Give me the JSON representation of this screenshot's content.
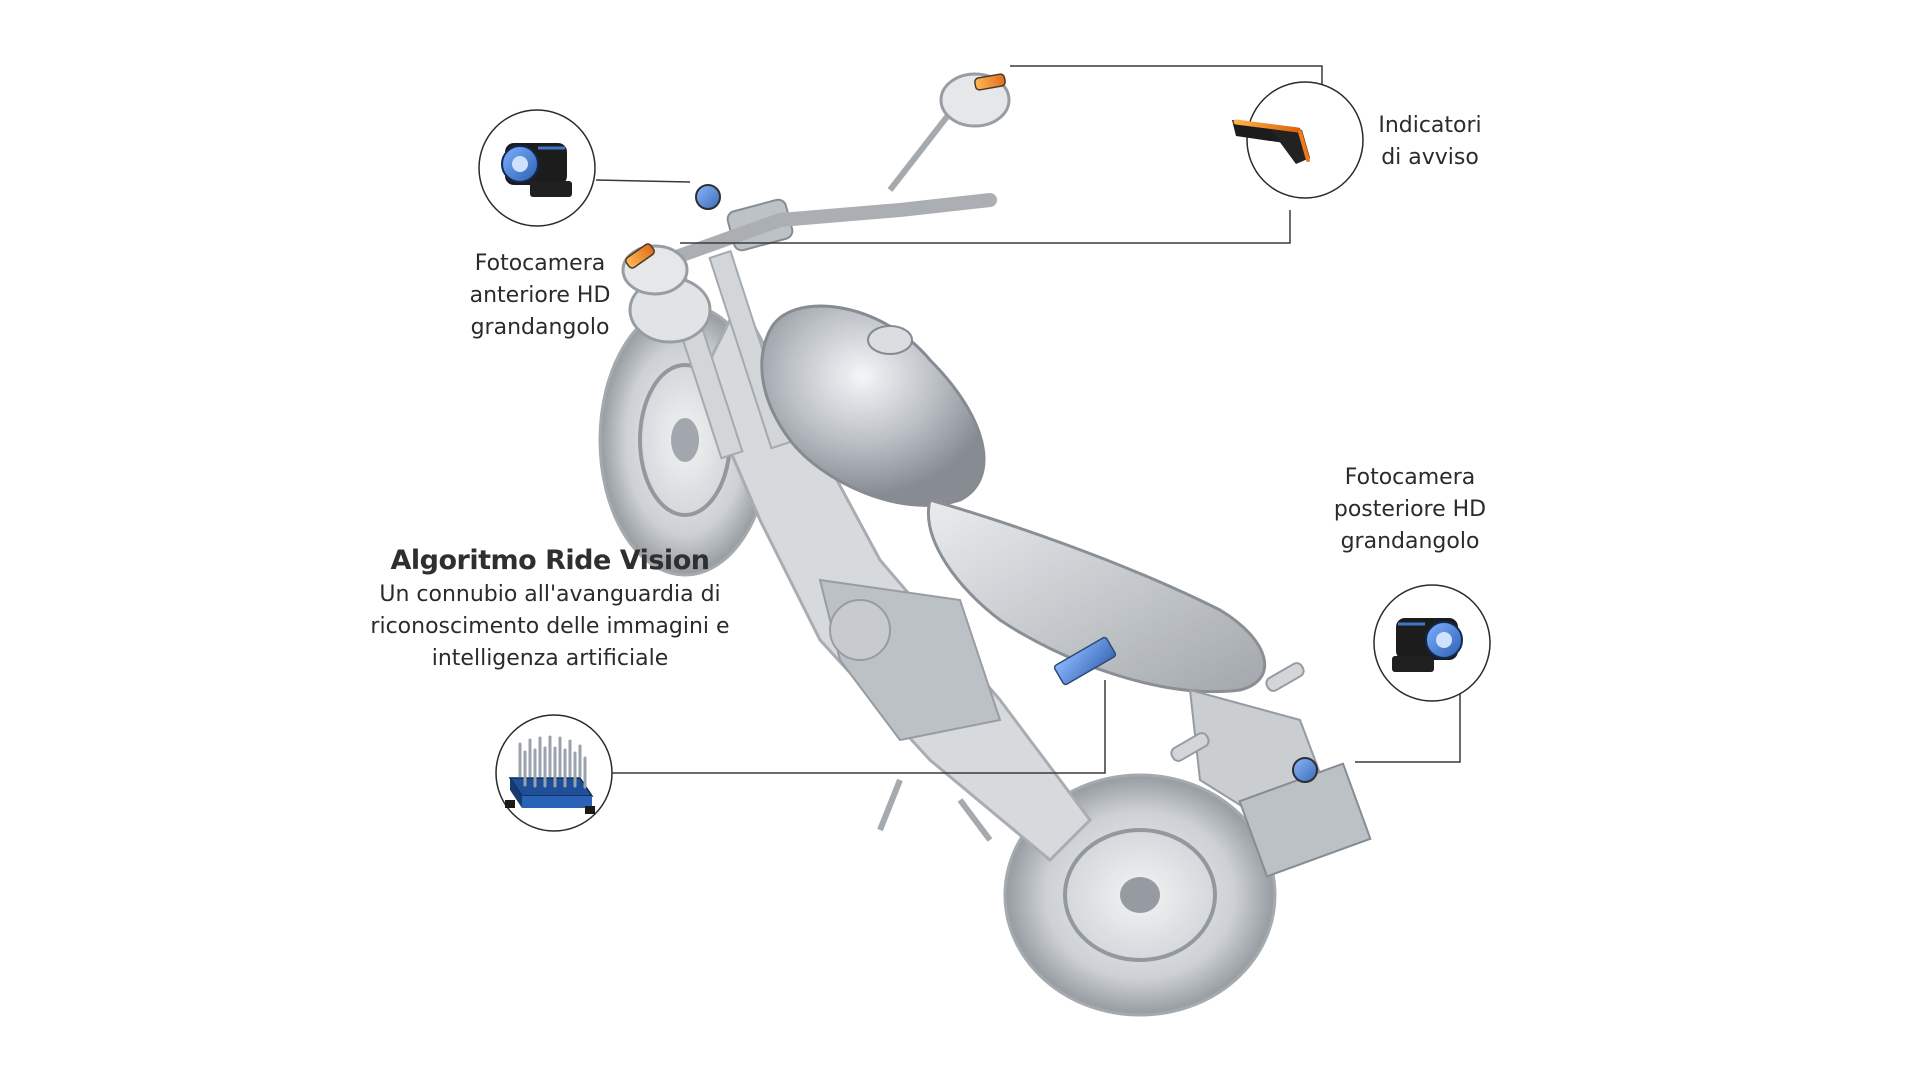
{
  "callouts": {
    "front_camera": {
      "icon": "front-camera-icon",
      "lines": [
        "Fotocamera",
        "anteriore HD",
        "grandangolo"
      ]
    },
    "warning_indicators": {
      "icon": "turn-signal-indicator-icon",
      "lines": [
        "Indicatori",
        "di avviso"
      ]
    },
    "rear_camera": {
      "icon": "rear-camera-icon",
      "lines": [
        "Fotocamera",
        "posteriore HD",
        "grandangolo"
      ]
    },
    "algorithm": {
      "icon": "processor-unit-icon",
      "title": "Algoritmo Ride Vision",
      "lines": [
        "Un connubio all'avanguardia di",
        "riconoscimento delle immagini e",
        "intelligenza artificiale"
      ]
    }
  },
  "colors": {
    "accent_blue": "#3a78c8",
    "indicator_orange": "#f07a1a",
    "line_color": "#3a3a3a",
    "motorcycle_body": "#c8ccd0"
  }
}
